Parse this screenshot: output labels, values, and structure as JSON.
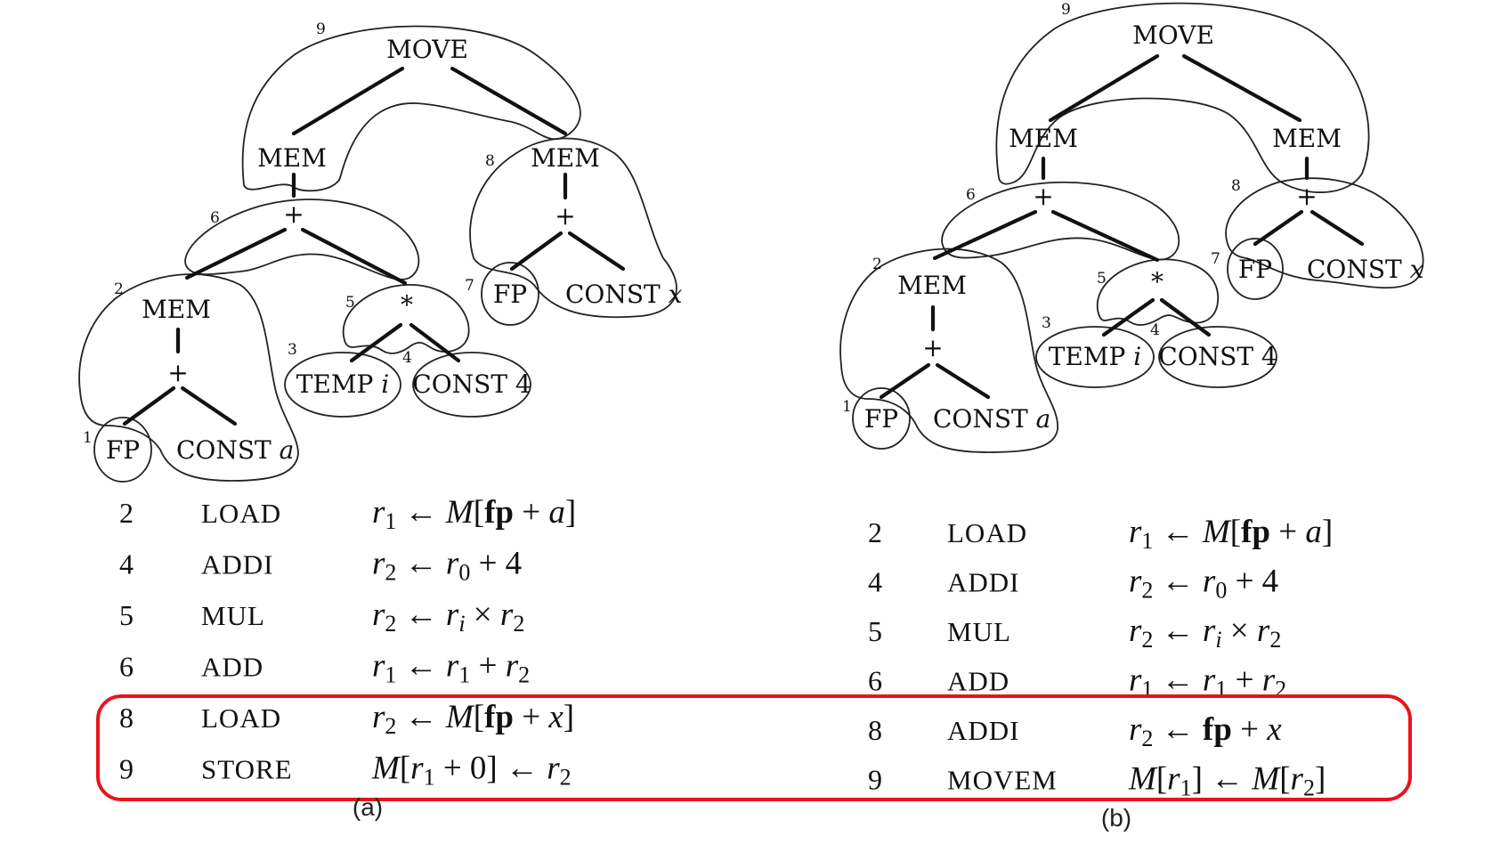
{
  "captions": {
    "a": "(a)",
    "b": "(b)"
  },
  "tree_a": {
    "move": "MOVE",
    "mem_left": "MEM",
    "mem_right": "MEM",
    "plus_left": "+",
    "plus_right": "+",
    "mem_inner": "MEM",
    "plus_inner": "+",
    "star": "*",
    "fp1": "FP",
    "const_a_kw": "CONST",
    "const_a_var": "a",
    "temp_kw": "TEMP",
    "temp_var": "i",
    "const4": "CONST 4",
    "fp2": "FP",
    "const_x_kw": "CONST",
    "const_x_var": "x",
    "n9": "9",
    "n8": "8",
    "n7": "7",
    "n6": "6",
    "n5": "5",
    "n4": "4",
    "n3": "3",
    "n2": "2",
    "n1": "1"
  },
  "tree_b": {
    "move": "MOVE",
    "mem_left": "MEM",
    "mem_right": "MEM",
    "plus_left": "+",
    "plus_right": "+",
    "mem_inner": "MEM",
    "plus_inner": "+",
    "star": "*",
    "fp1": "FP",
    "const_a_kw": "CONST",
    "const_a_var": "a",
    "temp_kw": "TEMP",
    "temp_var": "i",
    "const4": "CONST 4",
    "fp2": "FP",
    "const_x_kw": "CONST",
    "const_x_var": "x",
    "n9": "9",
    "n8": "8",
    "n7": "7",
    "n6": "6",
    "n5": "5",
    "n4": "4",
    "n3": "3",
    "n2": "2",
    "n1": "1"
  },
  "listing_a": [
    {
      "num": "2",
      "op": "LOAD",
      "lhs": "r1",
      "rhs_kind": "mem_fp",
      "var": "a"
    },
    {
      "num": "4",
      "op": "ADDI",
      "lhs": "r2",
      "rhs_kind": "r0plus4"
    },
    {
      "num": "5",
      "op": "MUL",
      "lhs": "r2",
      "rhs_kind": "rixr2"
    },
    {
      "num": "6",
      "op": "ADD",
      "lhs": "r1",
      "rhs_kind": "r1plusr2"
    },
    {
      "num": "8",
      "op": "LOAD",
      "lhs": "r2",
      "rhs_kind": "mem_fp",
      "var": "x"
    },
    {
      "num": "9",
      "op": "STORE",
      "lhs": "",
      "rhs_kind": "store"
    }
  ],
  "listing_b": [
    {
      "num": "2",
      "op": "LOAD",
      "lhs": "r1",
      "rhs_kind": "mem_fp",
      "var": "a"
    },
    {
      "num": "4",
      "op": "ADDI",
      "lhs": "r2",
      "rhs_kind": "r0plus4"
    },
    {
      "num": "5",
      "op": "MUL",
      "lhs": "r2",
      "rhs_kind": "rixr2"
    },
    {
      "num": "6",
      "op": "ADD",
      "lhs": "r1",
      "rhs_kind": "r1plusr2"
    },
    {
      "num": "8",
      "op": "ADDI",
      "lhs": "r2",
      "rhs_kind": "fp_plus_x"
    },
    {
      "num": "9",
      "op": "MOVEM",
      "lhs": "",
      "rhs_kind": "movem"
    }
  ],
  "highlight_color": "#e8141d"
}
